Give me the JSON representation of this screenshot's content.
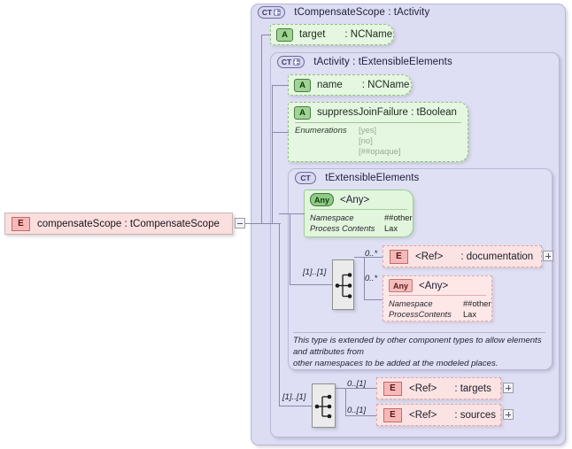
{
  "diagram": {
    "type": "xml-schema-component-diagram",
    "root_element": {
      "badge": "E",
      "name": "compensateScope",
      "type": ": tCompensateScope",
      "expander": "minus"
    },
    "outer_panel": {
      "badge": "CT",
      "badge_plus": true,
      "title": "tCompensateScope : tActivity"
    },
    "target_attribute": {
      "badge": "A",
      "name": "target",
      "type": ": NCName"
    },
    "activity_panel": {
      "badge": "CT",
      "badge_plus": true,
      "title": "tActivity : tExtensibleElements"
    },
    "name_attribute": {
      "badge": "A",
      "name": "name",
      "type": ": NCName"
    },
    "suppress_attribute": {
      "badge": "A",
      "title": "suppressJoinFailure : tBoolean",
      "rows_label": "Enumerations",
      "enumerations": [
        "[yes]",
        "[no]",
        "[##opaque]"
      ]
    },
    "extensible_panel": {
      "badge": "CT",
      "badge_plus": false,
      "title": "tExtensibleElements"
    },
    "any_green": {
      "badge": "Any",
      "title": "<Any>",
      "rows": [
        {
          "key": "Namespace",
          "value": "##other"
        },
        {
          "key": "Process Contents",
          "value": "Lax"
        }
      ]
    },
    "any_pink": {
      "badge": "Any",
      "title": "<Any>",
      "rows": [
        {
          "key": "Namespace",
          "value": "##other"
        },
        {
          "key": "ProcessContents",
          "value": "Lax"
        }
      ]
    },
    "documentation_ref": {
      "badge": "E",
      "name": "<Ref>",
      "type": ": documentation",
      "cardinality": "0..*",
      "expander": "plus"
    },
    "any_pink_cardinality": "0..*",
    "inner_compositor": {
      "icon": "sequence-icon",
      "cardinality": "[1]..[1]"
    },
    "outer_compositor": {
      "icon": "sequence-icon",
      "cardinality": "[1]..[1]"
    },
    "targets_ref": {
      "badge": "E",
      "name": "<Ref>",
      "type": ": targets",
      "cardinality": "0..[1]",
      "expander": "plus"
    },
    "sources_ref": {
      "badge": "E",
      "name": "<Ref>",
      "type": ": sources",
      "cardinality": "0..[1]",
      "expander": "plus"
    },
    "annotation": "This type is extended by other component types to allow elements and attributes from\nother namespaces to be added at the modeled places."
  },
  "colors": {
    "panel_bg": "#dcdcf2",
    "attribute_bg": "#e5f7e0",
    "element_bg": "#fbe3e3",
    "compositor_bg": "#ebebeb",
    "line": "#8a8aa8"
  }
}
